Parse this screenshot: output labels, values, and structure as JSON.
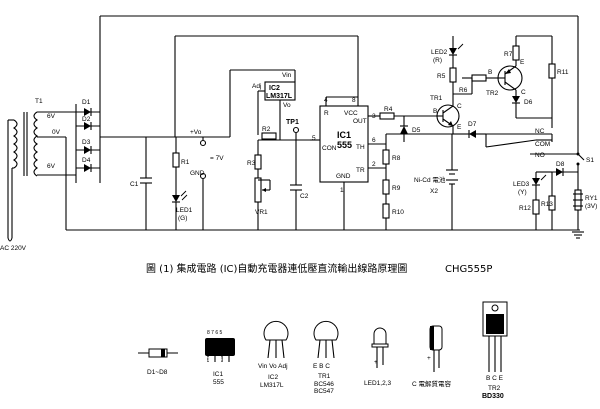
{
  "transformer": {
    "label": "T1",
    "tap_upper": "6V",
    "tap_center": "0V",
    "tap_lower": "6V",
    "mains": "AC 220V"
  },
  "diodes": {
    "d1": "D1",
    "d2": "D2",
    "d3": "D3",
    "d4": "D4",
    "d5": "D5",
    "d6": "D6",
    "d7": "D7",
    "d8": "D8"
  },
  "resistors": {
    "r1": "R1",
    "r2": "R2",
    "r3": "R3",
    "r4": "R4",
    "r5": "R5",
    "r6": "R6",
    "r7": "R7",
    "r8": "R8",
    "r9": "R9",
    "r10": "R10",
    "r11": "R11",
    "r12": "R12",
    "r13": "R13",
    "vr1": "VR1"
  },
  "capacitors": {
    "c1": "C1",
    "c2": "C2"
  },
  "leds": {
    "led1": "LED1",
    "led1_color": "(G)",
    "led2": "LED2",
    "led2_color": "(R)",
    "led3": "LED3",
    "led3_color": "(Y)"
  },
  "ic2": {
    "name": "IC2",
    "part": "LM317L",
    "adj": "Adj",
    "vin": "Vin",
    "vo": "Vo"
  },
  "ic1": {
    "name": "IC1",
    "part": "555",
    "r": "R",
    "vcc": "VCC",
    "out": "OUT",
    "con": "CON",
    "th": "TH",
    "tr": "TR",
    "gnd": "GND",
    "pin4": "4",
    "pin8": "8",
    "pin3": "3",
    "pin5": "5",
    "pin6": "6",
    "pin2": "2",
    "pin1": "1"
  },
  "output": {
    "vo": "+Vo",
    "gnd": "GND",
    "volt": "= 7V",
    "tp1": "TP1"
  },
  "battery": {
    "label": "Ni-Cd 電池",
    "count": "X2"
  },
  "transistors": {
    "tr1": "TR1",
    "tr2": "TR2",
    "b": "B",
    "c": "C",
    "e": "E"
  },
  "relay": {
    "nc": "NC",
    "com": "COM",
    "no": "NO",
    "ry1": "RY1",
    "ry1_v": "(3V)",
    "s1": "S1"
  },
  "caption": {
    "title": "圖 (1)   集成電路 (IC)自動充電器連低壓直流輸出線路原理圖",
    "model": "CHG555P"
  },
  "legend": [
    {
      "label": "D1~D8",
      "sub": ""
    },
    {
      "label": "IC1",
      "sub": "555"
    },
    {
      "label": "IC2",
      "sub": "LM317L",
      "pins": "Vin Vo Adj"
    },
    {
      "label": "TR1",
      "sub": "BC546",
      "sub2": "BC547",
      "pins": "E B C"
    },
    {
      "label": "LED1,2,3",
      "sub": ""
    },
    {
      "label": "C 電解質電容",
      "sub": ""
    },
    {
      "label": "TR2",
      "sub": "BD330",
      "pins": "B C E"
    }
  ],
  "legend_pins": {
    "ic1_top": "8 7 6 5",
    "ic1_bottom": "1 2 3 4",
    "led_plus": "+",
    "cap_plus": "+"
  }
}
